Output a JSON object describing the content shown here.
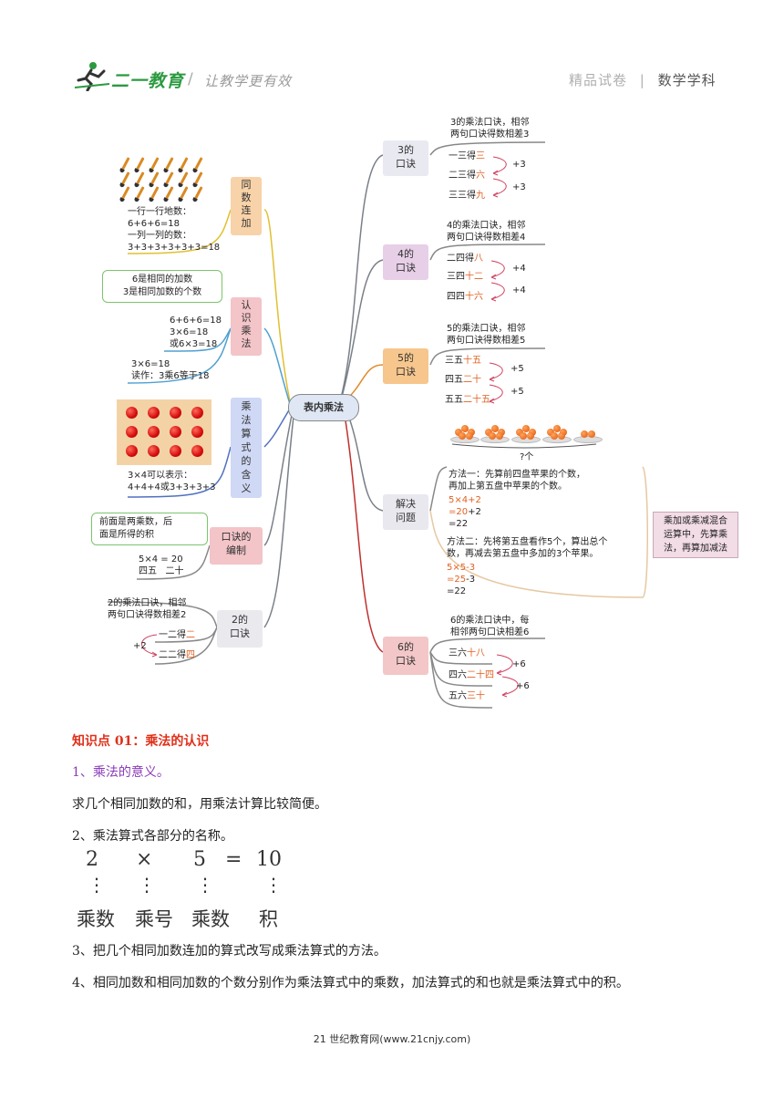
{
  "header": {
    "logo_text": "二一教育",
    "separator": "/",
    "slogan": "让教学更有效",
    "right_label": "精品试卷",
    "right_divider": "|",
    "subject": "数学学科"
  },
  "mindmap": {
    "center": "表内乘法",
    "branch_3": {
      "label": "3的\n口诀",
      "note": "3的乘法口诀，相邻\n两句口诀得数相差3",
      "rows": [
        {
          "prefix": "一三得",
          "val": "三"
        },
        {
          "prefix": "二三得",
          "val": "六"
        },
        {
          "prefix": "三三得",
          "val": "九"
        }
      ],
      "step": "+3"
    },
    "branch_4": {
      "label": "4的\n口诀",
      "note": "4的乘法口诀，相邻\n两句口诀得数相差4",
      "rows": [
        {
          "prefix": "二四得",
          "val": "八"
        },
        {
          "prefix": "三四",
          "val": "十二"
        },
        {
          "prefix": "四四",
          "val": "十六"
        }
      ],
      "step": "+4"
    },
    "branch_5": {
      "label": "5的\n口诀",
      "note": "5的乘法口诀，相邻\n两句口诀得数相差5",
      "rows": [
        {
          "prefix": "三五",
          "val": "十五"
        },
        {
          "prefix": "四五",
          "val": "二十"
        },
        {
          "prefix": "五五",
          "val": "二十五"
        }
      ],
      "step": "+5"
    },
    "branch_solve": {
      "label": "解决\n问题",
      "plates_label": "?个",
      "method1": "方法一：先算前四盘苹果的个数，\n再加上第五盘中苹果的个数。",
      "method1_calc": [
        "5×4+2",
        "=20+2",
        "=22"
      ],
      "method2": "方法二：先将第五盘看作5个，算出总个\n数，再减去第五盘中多加的3个苹果。",
      "method2_calc": [
        "5×5-3",
        "=25-3",
        "=22"
      ],
      "rule": "乘加或乘减混合\n运算中，先算乘\n法，再算加减法"
    },
    "branch_6": {
      "label": "6的\n口诀",
      "note": "6的乘法口诀中，每\n相邻两句口诀相差6",
      "rows": [
        {
          "prefix": "三六",
          "val": "十八"
        },
        {
          "prefix": "四六",
          "val": "二十四"
        },
        {
          "prefix": "五六",
          "val": "三十"
        }
      ],
      "step": "+6"
    },
    "branch_same_add": {
      "label": "同\n数\n连\n加",
      "lines": [
        "一行一行地数：",
        "6+6+6=18",
        "一列一列的数：",
        "3+3+3+3+3+3=18"
      ]
    },
    "branch_know": {
      "label": "认\n识\n乘\n法",
      "bubble": "6是相同的加数\n3是相同加数的个数",
      "calc": [
        "6+6+6=18",
        "3×6=18",
        "或6×3=18"
      ],
      "read1": "3×6=18",
      "read2": "读作：3乘6等于18"
    },
    "branch_meaning": {
      "label": "乘\n法\n算\n式\n的\n含\n义",
      "lines": [
        "3×4可以表示：",
        "4+4+4或3+3+3+3"
      ]
    },
    "branch_compile": {
      "label": "口诀的\n编制",
      "bubble": "前面是两乘数，后\n面是所得的积",
      "lines": [
        "5×4 = 20",
        "四五   二十"
      ]
    },
    "branch_2": {
      "label": "2的\n口诀",
      "note": "2的乘法口诀，相邻\n两句口诀得数相差2",
      "rows": [
        {
          "prefix": "一二得",
          "val": "二"
        },
        {
          "prefix": "二二得",
          "val": "四"
        }
      ],
      "step": "+2"
    }
  },
  "content": {
    "kp_title": "知识点 01：乘法的认识",
    "item1": "1、乘法的意义。",
    "item1_text": "求几个相同加数的和，用乘法计算比较简便。",
    "item2": "2、乘法算式各部分的名称。",
    "equation": {
      "a": "2",
      "op": "×",
      "b": "5",
      "eq": "=",
      "c": "10"
    },
    "equation_names": {
      "a": "乘数",
      "op": "乘号",
      "b": "乘数",
      "c": "积"
    },
    "dots": "⋮",
    "item3": "3、把几个相同加数连加的算式改写成乘法算式的方法。",
    "item4": "4、相同加数和相同加数的个数分别作为乘法算式中的乘数，加法算式的和也就是乘法算式中的积。"
  },
  "footer": "21 世纪教育网(www.21cnjy.com)"
}
